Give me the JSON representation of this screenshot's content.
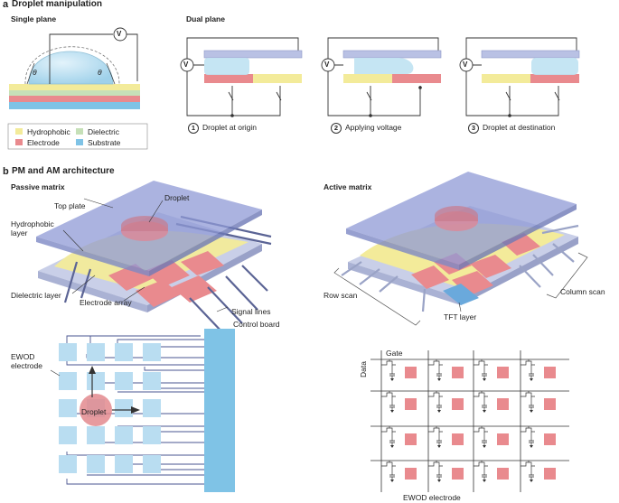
{
  "panel_a": {
    "letter": "a",
    "title": "Droplet manipulation",
    "single_plane": "Single plane",
    "dual_plane": "Dual plane",
    "voltmeter": "V",
    "theta_left": "θ",
    "theta_right": "θ",
    "legend": {
      "hydrophobic": "Hydrophobic",
      "dielectric": "Dielectric",
      "electrode": "Electrode",
      "substrate": "Substrate"
    },
    "steps": [
      {
        "num": "1",
        "label": "Droplet at origin"
      },
      {
        "num": "2",
        "label": "Applying voltage"
      },
      {
        "num": "3",
        "label": "Droplet at destination"
      }
    ]
  },
  "panel_b": {
    "letter": "b",
    "title": "PM and AM architecture",
    "passive_matrix": "Passive matrix",
    "active_matrix": "Active matrix",
    "pm_labels": {
      "droplet": "Droplet",
      "top_plate": "Top plate",
      "hydrophobic_layer_1": "Hydrophobic",
      "hydrophobic_layer_2": "layer",
      "dielectric_layer": "Dielectric layer",
      "electrode_array": "Electrode array",
      "signal_lines": "Signal lines"
    },
    "am_labels": {
      "row_scan": "Row scan",
      "column_scan": "Column scan",
      "tft_layer": "TFT layer"
    },
    "pm_2d": {
      "ewod_electrode_1": "EWOD",
      "ewod_electrode_2": "electrode",
      "control_board": "Control board",
      "droplet": "Droplet"
    },
    "am_2d": {
      "gate": "Gate",
      "data": "Data",
      "ewod_electrode": "EWOD electrode"
    }
  },
  "colors": {
    "hydrophobic": "#f3eb9a",
    "dielectric": "#c6e0b8",
    "electrode": "#e98a8e",
    "substrate": "#7fc3e6",
    "droplet": "#bfe2f2",
    "plate": "#a9b4dc",
    "line": "#5b6495"
  }
}
